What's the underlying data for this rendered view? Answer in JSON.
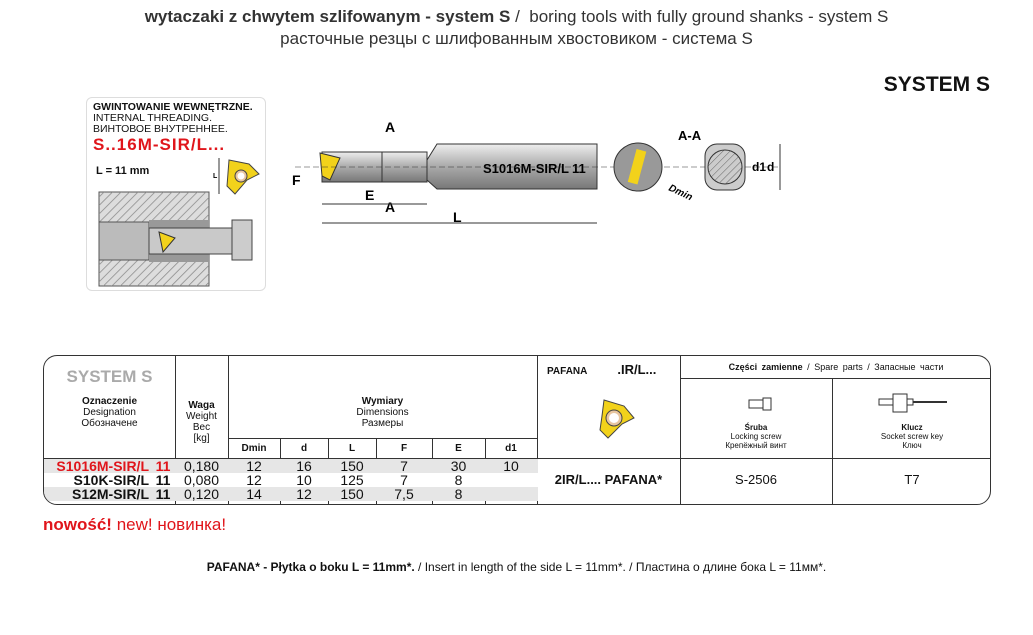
{
  "header": {
    "title_pl": "wytaczaki z chwytem szlifowanym  - system S",
    "sep": " /  ",
    "title_en": "boring tools with  fully ground shanks - system S",
    "title_ru": "расточные резцы с шлифованным хвостовиком - система S",
    "system": "SYSTEM S"
  },
  "app_box": {
    "pl": "GWINTOWANIE WEWNĘTRZNE.",
    "en": "INTERNAL THREADING.",
    "ru": "ВИНТОВОЕ ВНУТРЕННЕЕ.",
    "code": "S..16M-SIR/L...",
    "length": "L = 11 mm",
    "l_label": "L"
  },
  "drawing": {
    "A": "A",
    "E": "E",
    "L": "L",
    "F": "F",
    "section": "A-A",
    "d1": "d1",
    "d": "d",
    "dmin": "Dmin",
    "tool_label": "S1016M-SIR/L",
    "tool_size": "11"
  },
  "table": {
    "system": "SYSTEM S",
    "designation": [
      "Oznaczenie",
      "Designation",
      "Обозначене"
    ],
    "weight": [
      "Waga",
      "Weight",
      "Вес",
      "[kg]"
    ],
    "dimensions": [
      "Wymiary",
      "Dimensions",
      "Размеры"
    ],
    "columns": [
      "Dmin",
      "d",
      "L",
      "F",
      "E",
      "d1"
    ],
    "rows": [
      {
        "code": "S1016M-SIR/L",
        "size": "11",
        "weight": "0,180",
        "dmin": "12",
        "d": "16",
        "L": "150",
        "F": "7",
        "E": "30",
        "d1": "10",
        "new": true
      },
      {
        "code": "S10K-SIR/L",
        "size": "11",
        "weight": "0,080",
        "dmin": "12",
        "d": "10",
        "L": "125",
        "F": "7",
        "E": "8",
        "d1": ""
      },
      {
        "code": "S12M-SIR/L",
        "size": "11",
        "weight": "0,120",
        "dmin": "14",
        "d": "12",
        "L": "150",
        "F": "7,5",
        "E": "8",
        "d1": ""
      }
    ],
    "insert": {
      "brand": "PAFANA",
      "type": ".IR/L...",
      "value": "2IR/L....  PAFANA*"
    },
    "spare": {
      "title_pl": "Części  zamienne",
      "title_en": "Spare  parts",
      "title_ru": "Запасные  части",
      "sep": "/",
      "screw": {
        "pl": "Śruba",
        "en": "Locking  screw",
        "ru": "Крепёжный  винт",
        "value": "S-2506"
      },
      "key": {
        "pl": "Klucz",
        "en": "Socket  screw  key",
        "ru": "Ключ",
        "value": "T7"
      }
    }
  },
  "new_label": {
    "pl": "nowość!",
    "en": "new!",
    "ru": "новинка!"
  },
  "footer": {
    "bold": "PAFANA* - Płytka o  boku  L = 11mm*.",
    "rest": " / Insert in length of the side L = 11mm*. /  Пластина о длине бока L = 11мм*."
  },
  "colors": {
    "accent": "#e0151b",
    "insert": "#f2d21b"
  }
}
